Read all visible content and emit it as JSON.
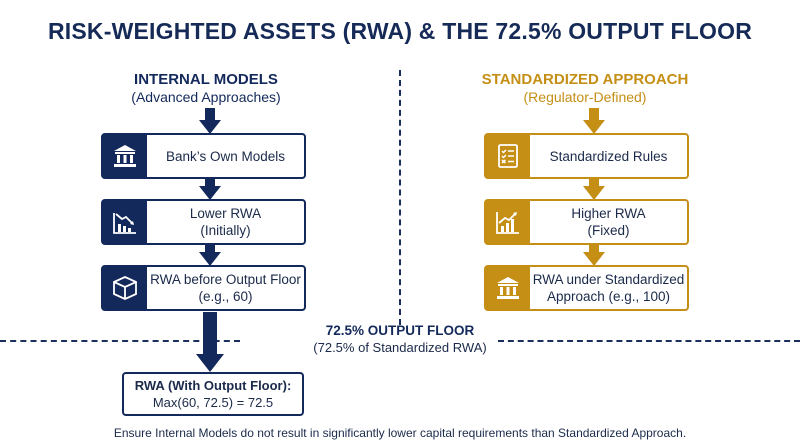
{
  "title": "RISK-WEIGHTED ASSETS (RWA) & THE 72.5% OUTPUT FLOOR",
  "left": {
    "heading": "INTERNAL MODELS",
    "subheading": "(Advanced Approaches)",
    "steps": [
      {
        "icon": "bank-icon",
        "line1": "Bank’s Own Models",
        "line2": ""
      },
      {
        "icon": "declining-chart-icon",
        "line1": "Lower RWA",
        "line2": "(Initially)"
      },
      {
        "icon": "cube-icon",
        "line1": "RWA before Output Floor",
        "line2": "(e.g., 60)"
      }
    ],
    "color": "#13295b"
  },
  "right": {
    "heading": "STANDARDIZED APPROACH",
    "subheading": "(Regulator-Defined)",
    "steps": [
      {
        "icon": "checklist-icon",
        "line1": "Standardized Rules",
        "line2": ""
      },
      {
        "icon": "rising-chart-icon",
        "line1": "Higher RWA",
        "line2": "(Fixed)"
      },
      {
        "icon": "bank-icon",
        "line1": "RWA under Standardized",
        "line2": "Approach (e.g., 100)"
      }
    ],
    "color": "#c58f16"
  },
  "floor": {
    "title": "72.5% OUTPUT FLOOR",
    "subtitle": "(72.5% of Standardized RWA)"
  },
  "result": {
    "title": "RWA (With Output Floor):",
    "formula": "Max(60, 72.5) = 72.5"
  },
  "footnote": "Ensure Internal Models do not result in significantly lower capital requirements than Standardized Approach."
}
